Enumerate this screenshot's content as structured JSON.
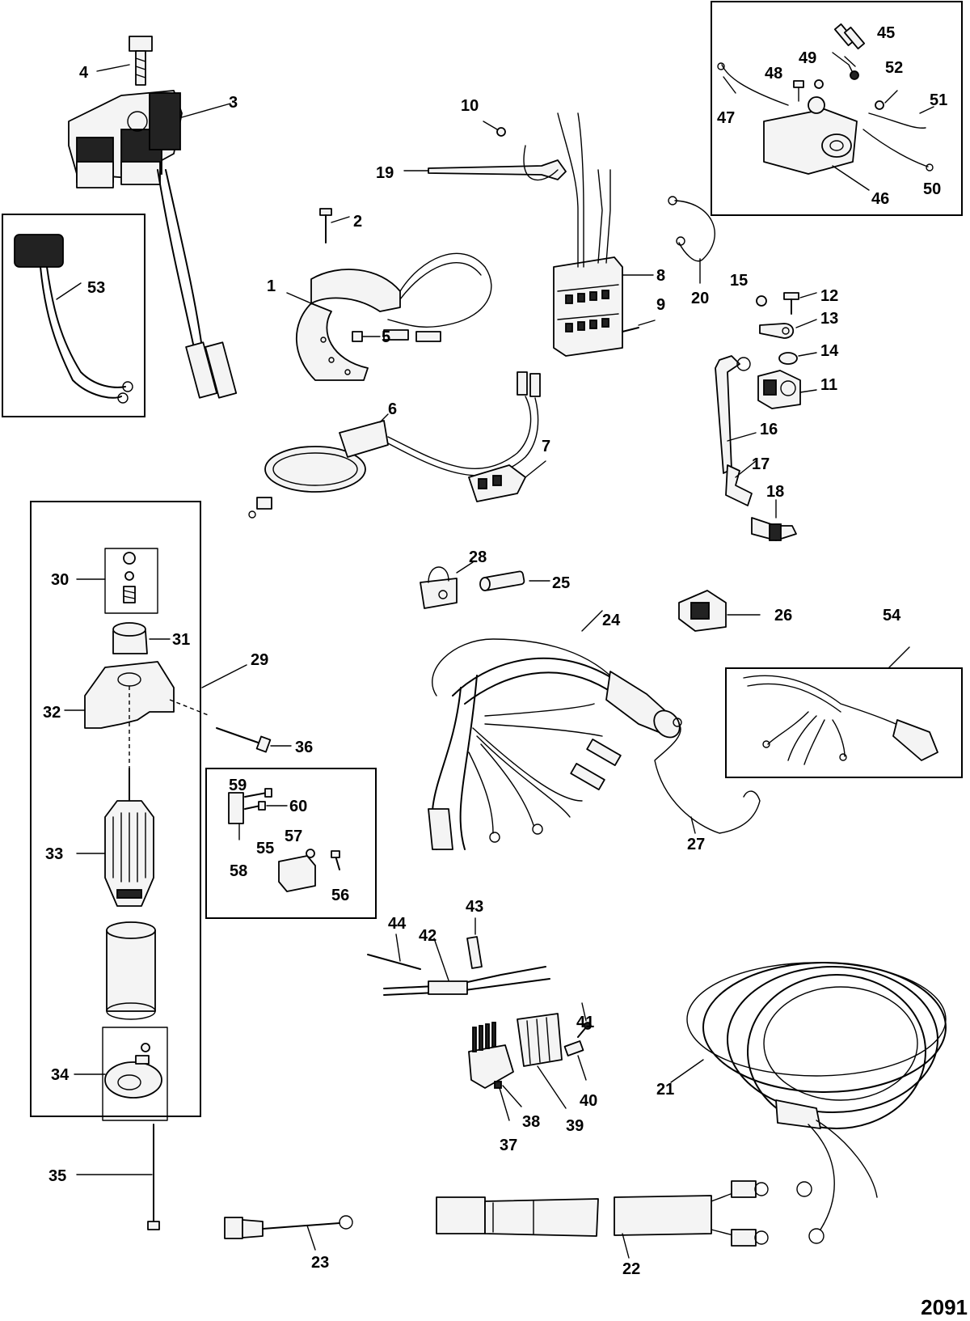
{
  "diagram_code": "2091",
  "callouts": [
    "1",
    "2",
    "3",
    "4",
    "5",
    "6",
    "7",
    "8",
    "9",
    "10",
    "11",
    "12",
    "13",
    "14",
    "15",
    "16",
    "17",
    "18",
    "19",
    "20",
    "21",
    "22",
    "23",
    "24",
    "25",
    "26",
    "27",
    "28",
    "29",
    "30",
    "31",
    "32",
    "33",
    "34",
    "35",
    "36",
    "37",
    "38",
    "39",
    "40",
    "41",
    "42",
    "43",
    "44",
    "45",
    "46",
    "47",
    "48",
    "49",
    "50",
    "51",
    "52",
    "53",
    "54",
    "55",
    "56",
    "57",
    "58",
    "59",
    "60"
  ]
}
